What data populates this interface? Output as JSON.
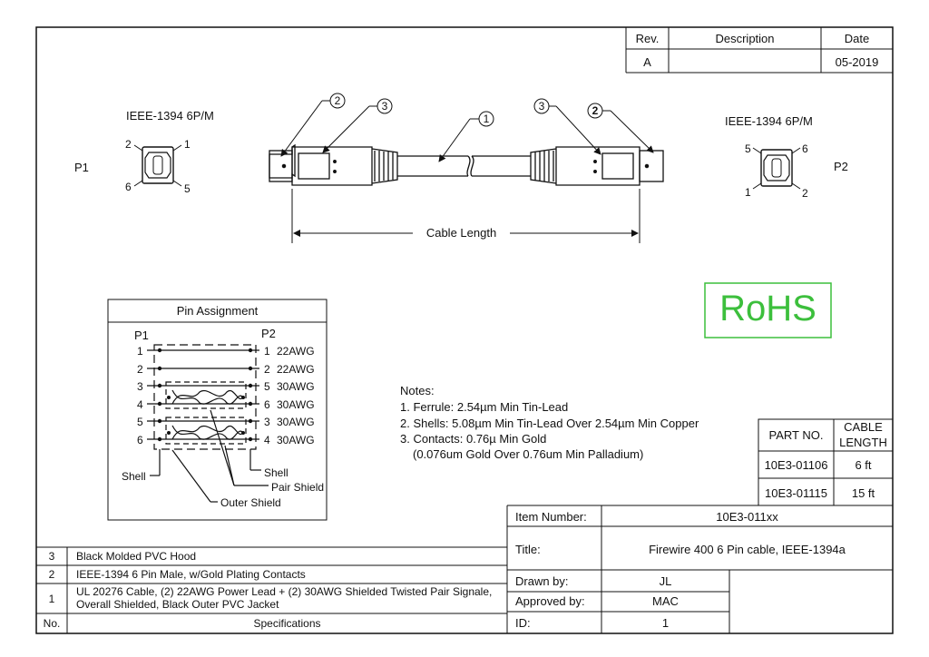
{
  "revision_table": {
    "headers": {
      "rev": "Rev.",
      "description": "Description",
      "date": "Date"
    },
    "row": {
      "rev": "A",
      "description": "",
      "date": "05-2019"
    }
  },
  "connectors": {
    "p1": {
      "label": "P1",
      "type": "IEEE-1394 6P/M",
      "pins": {
        "tl": "2",
        "tr": "1",
        "bl": "6",
        "br": "5"
      }
    },
    "p2": {
      "label": "P2",
      "type": "IEEE-1394 6P/M",
      "pins": {
        "tl": "5",
        "tr": "6",
        "bl": "1",
        "br": "2"
      }
    }
  },
  "callouts": {
    "c1": "1",
    "c2": "2",
    "c3": "3"
  },
  "cable_length_label": "Cable Length",
  "rohs": {
    "text": "RoHS",
    "color": "#3cbf3c"
  },
  "pin_assignment": {
    "title": "Pin Assignment",
    "p1_header": "P1",
    "p2_header": "P2",
    "left_pins": [
      "1",
      "2",
      "3",
      "4",
      "5",
      "6"
    ],
    "right_pins": [
      "1",
      "2",
      "5",
      "6",
      "3",
      "4"
    ],
    "gauges": [
      "22AWG",
      "22AWG",
      "30AWG",
      "30AWG",
      "30AWG",
      "30AWG"
    ],
    "labels": {
      "shell_left": "Shell",
      "shell_right": "Shell",
      "pair_shield": "Pair Shield",
      "outer_shield": "Outer Shield"
    }
  },
  "notes": {
    "title": "Notes:",
    "lines": [
      "1. Ferrule: 2.54µm Min Tin-Lead",
      "2. Shells: 5.08µm Min Tin-Lead Over 2.54µm Min Copper",
      "3. Contacts: 0.76µ Min Gold",
      "(0.076um Gold Over 0.76um Min Palladium)"
    ]
  },
  "part_table": {
    "headers": {
      "part": "PART NO.",
      "length_line1": "CABLE",
      "length_line2": "LENGTH"
    },
    "rows": [
      {
        "part": "10E3-01106",
        "length": "6 ft"
      },
      {
        "part": "10E3-01115",
        "length": "15 ft"
      }
    ]
  },
  "title_block": {
    "item_number": {
      "label": "Item Number:",
      "value": "10E3-011xx"
    },
    "title": {
      "label": "Title:",
      "value": "Firewire 400 6 Pin cable, IEEE-1394a"
    },
    "drawn_by": {
      "label": "Drawn by:",
      "value": "JL"
    },
    "approved_by": {
      "label": "Approved by:",
      "value": "MAC"
    },
    "id": {
      "label": "ID:",
      "value": "1"
    }
  },
  "specifications": {
    "header": {
      "no": "No.",
      "text": "Specifications"
    },
    "rows": [
      {
        "no": "3",
        "text": "Black Molded PVC Hood"
      },
      {
        "no": "2",
        "text": "IEEE-1394 6 Pin Male, w/Gold Plating Contacts"
      },
      {
        "no": "1",
        "line1": "UL 20276 Cable, (2) 22AWG Power Lead + (2) 30AWG Shielded Twisted Pair Signale,",
        "line2": "Overall Shielded, Black Outer PVC Jacket"
      }
    ]
  }
}
